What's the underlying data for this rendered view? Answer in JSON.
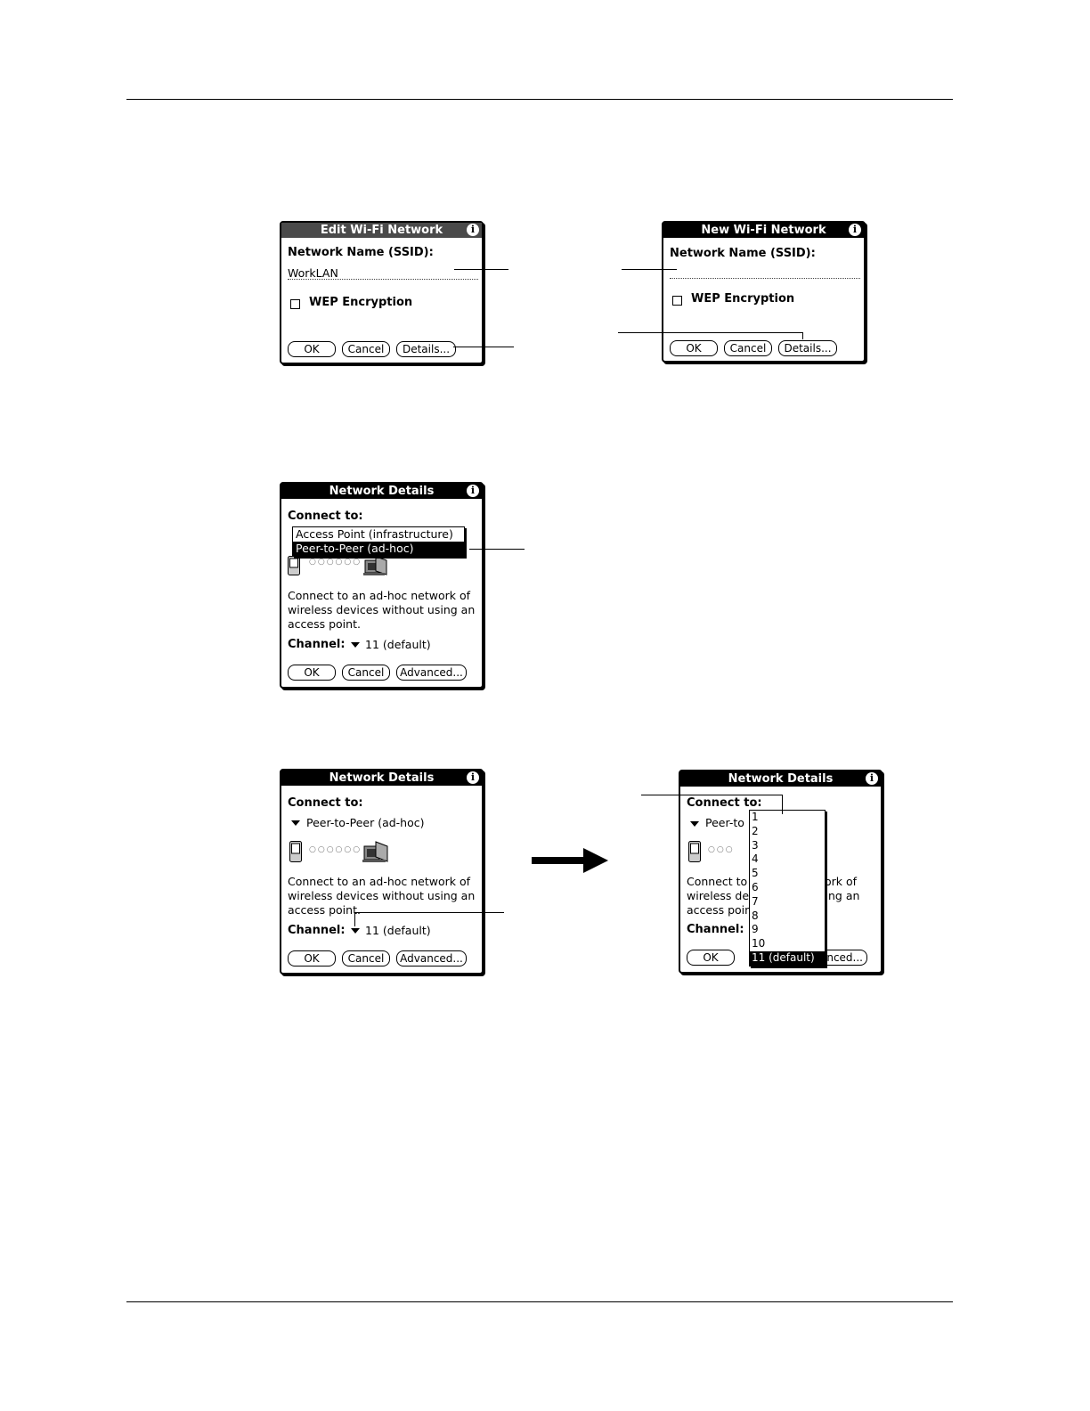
{
  "edit_dialog": {
    "title": "Edit Wi-Fi Network",
    "ssid_label": "Network Name (SSID):",
    "ssid_value": "WorkLAN",
    "wep_label": "WEP Encryption",
    "buttons": [
      "OK",
      "Cancel",
      "Details..."
    ]
  },
  "new_dialog": {
    "title": "New Wi-Fi Network",
    "ssid_label": "Network Name (SSID):",
    "ssid_value": "",
    "wep_label": "WEP Encryption",
    "buttons": [
      "OK",
      "Cancel",
      "Details..."
    ]
  },
  "details_popup": {
    "title": "Network Details",
    "connect_label": "Connect to:",
    "options": [
      "Access Point (infrastructure)",
      "Peer-to-Peer (ad-hoc)"
    ],
    "description": [
      "Connect to an ad-hoc network of",
      "wireless devices without using an",
      "access point."
    ],
    "channel_label": "Channel:",
    "channel_value": "11 (default)",
    "buttons": [
      "OK",
      "Cancel",
      "Advanced..."
    ]
  },
  "details_channel": {
    "title": "Network Details",
    "connect_label": "Connect to:",
    "connect_value": "Peer-to-Peer (ad-hoc)",
    "description": [
      "Connect to an ad-hoc network of",
      "wireless devices without using an",
      "access point."
    ],
    "channel_label": "Channel:",
    "channel_value": "11 (default)",
    "buttons": [
      "OK",
      "Cancel",
      "Advanced..."
    ]
  },
  "details_list": {
    "title": "Network Details",
    "connect_label": "Connect to:",
    "connect_partial": "Peer-to",
    "description_partial": [
      "Connect to",
      "wireless dev",
      "access point"
    ],
    "description_right": [
      "ork of",
      "ng an"
    ],
    "channel_label": "Channel:",
    "ok_label": "OK",
    "advanced_partial": "nced...",
    "channels": [
      "1",
      "2",
      "3",
      "4",
      "5",
      "6",
      "7",
      "8",
      "9",
      "10",
      "11 (default)"
    ]
  },
  "icons": [
    "info-icon",
    "checkbox-icon",
    "dropdown-triangle-icon",
    "handheld-icon",
    "computer-icon",
    "right-arrow-icon"
  ]
}
